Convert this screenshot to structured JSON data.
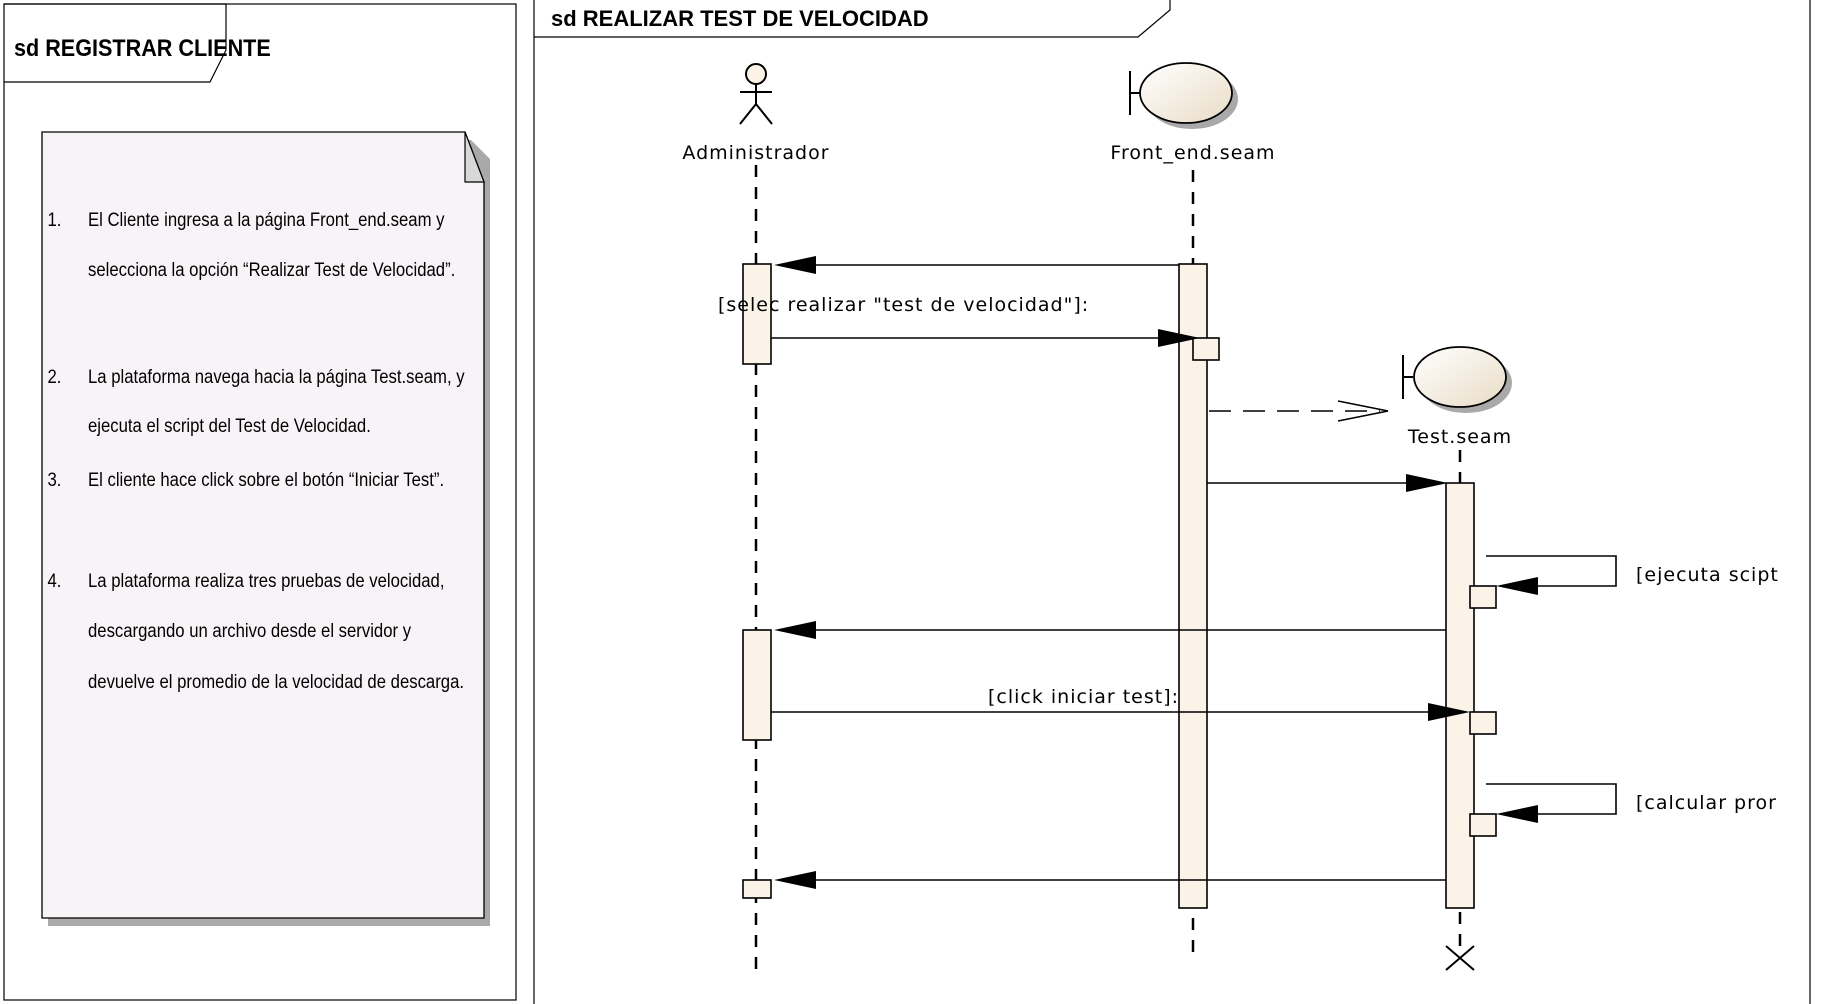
{
  "left_frame": {
    "title": "sd REGISTRAR CLIENTE",
    "steps": [
      {
        "num": "1.",
        "lines": [
          "El Cliente ingresa a la página Front_end.seam y",
          "selecciona la opción “Realizar Test de Velocidad”."
        ]
      },
      {
        "num": "2.",
        "lines": [
          "La plataforma navega hacia la página Test.seam, y",
          "ejecuta el script del Test de Velocidad."
        ]
      },
      {
        "num": "3.",
        "lines": [
          "El cliente hace click sobre el botón “Iniciar Test”."
        ]
      },
      {
        "num": "4.",
        "lines": [
          "La plataforma realiza tres pruebas de velocidad,",
          "descargando un archivo desde el servidor y",
          "devuelve el promedio de la velocidad de descarga."
        ]
      }
    ]
  },
  "right_frame": {
    "title": "sd REALIZAR TEST DE VELOCIDAD",
    "lifelines": {
      "actor": "Administrador",
      "front": "Front_end.seam",
      "test": "Test.seam"
    },
    "messages": {
      "selec": "[selec realizar \"test de velocidad\"]:",
      "click": "[click iniciar test]:",
      "ejecuta": "[ejecuta scipt",
      "calcular": "[calcular pror"
    }
  },
  "colors": {
    "note_fill": "#f7f3f7",
    "activation_fill": "#fbf3e8",
    "boundary_fill": "#f3ebdc",
    "shadow": "#a9a9a9",
    "line": "#000000"
  }
}
